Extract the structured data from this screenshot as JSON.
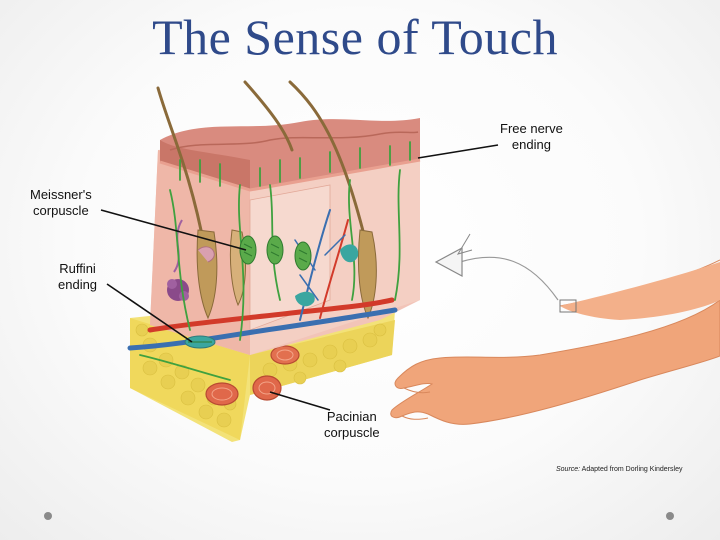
{
  "title": "The Sense of Touch",
  "labels": {
    "free_nerve": [
      "Free nerve",
      "ending"
    ],
    "meissner": [
      "Meissner's",
      "corpuscle"
    ],
    "ruffini": [
      "Ruffini",
      "ending"
    ],
    "pacinian": [
      "Pacinian",
      "corpuscle"
    ]
  },
  "source": {
    "prefix": "Source:",
    "text": " Adapted from Dorling Kindersley"
  },
  "colors": {
    "title": "#2f4a8a",
    "epidermis": "#d98b7f",
    "dermis": "#f2c4b8",
    "fat": "#f3e278",
    "nerve": "#3fa13f",
    "vein": "#3a6fb0",
    "artery": "#d23a2a",
    "hair": "#8a6a3a",
    "skin_arm": "#f0a57a"
  }
}
